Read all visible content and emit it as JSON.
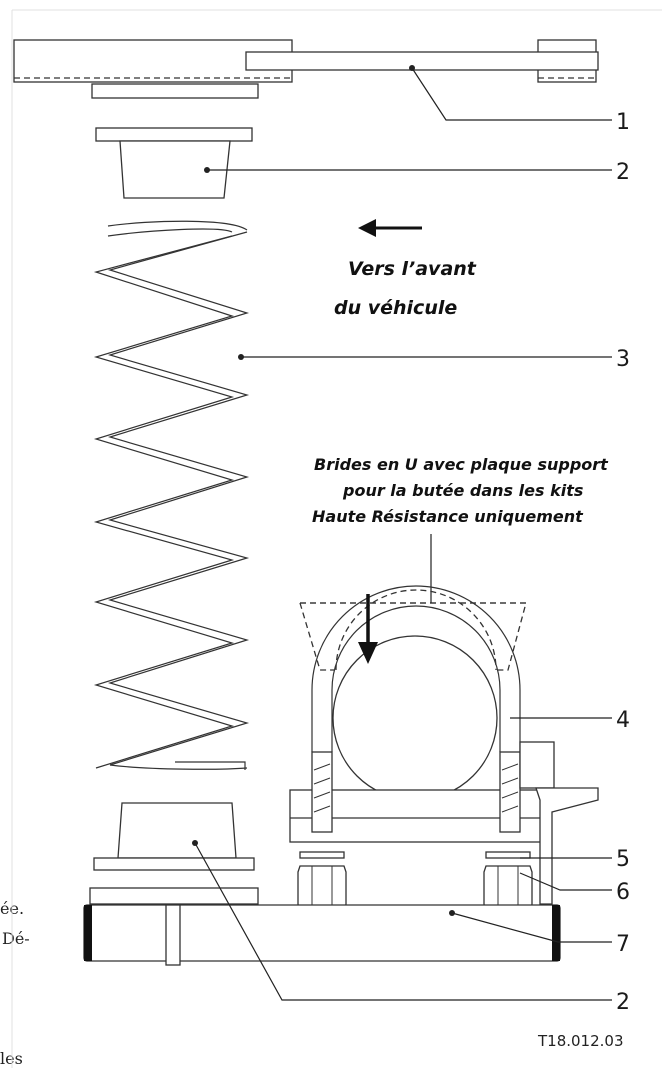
{
  "callouts": {
    "c1": "1",
    "c2_top": "2",
    "c3": "3",
    "c4": "4",
    "c5": "5",
    "c6": "6",
    "c7": "7",
    "c2_bottom": "2"
  },
  "direction": {
    "line1": "Vers l’avant",
    "line2": "du véhicule"
  },
  "note": {
    "line1": "Brides en U avec plaque support",
    "line2": "pour la butée dans les kits",
    "line3": "Haute Résistance uniquement"
  },
  "reference": "T18.012.03",
  "page_fragments": {
    "f1": "ée.",
    "f2": "Dé-",
    "f3": "les"
  }
}
